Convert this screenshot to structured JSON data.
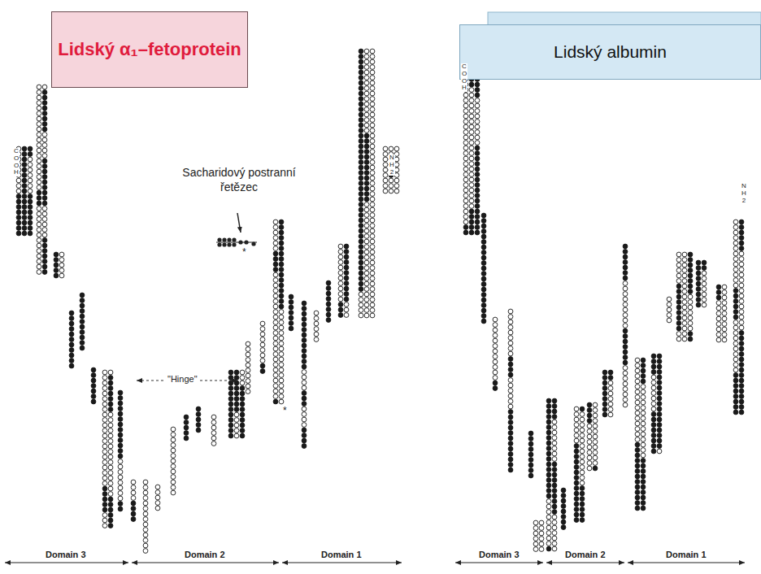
{
  "diagram": {
    "nodes": [
      {
        "text": [
          "Lidský α₁–fetoprotein"
        ]
      },
      {
        "text": [
          "Lidský albumin"
        ]
      }
    ],
    "labels": [
      "COOH",
      "NH2",
      "*",
      "Sacharidový postranní řetězec",
      "\"Hinge\"",
      "*",
      "Domain 3",
      "Domain 2",
      "Domain 1",
      "COOH",
      "NH2",
      "Domain 3",
      "Domain 2",
      "Domain 1"
    ]
  }
}
